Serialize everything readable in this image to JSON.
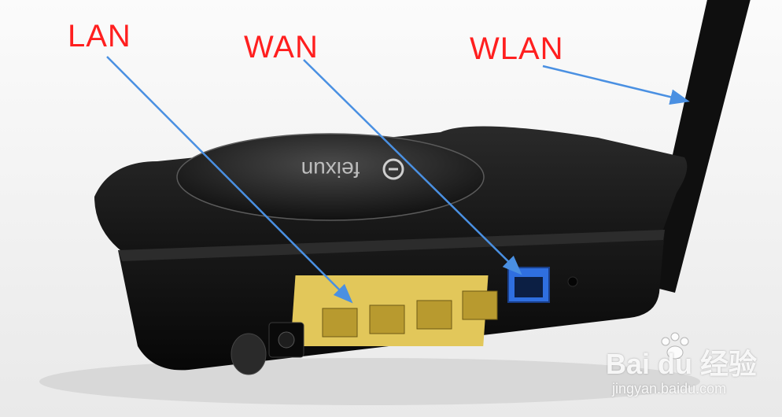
{
  "labels": {
    "lan": "LAN",
    "wan": "WAN",
    "wlan": "WLAN"
  },
  "device": {
    "logo_text": "feixun"
  },
  "watermark": {
    "brand": "Bai du 经验",
    "url": "jingyan.baidu.com"
  },
  "colors": {
    "label_text": "#ff1f1f",
    "arrow": "#4a90e2",
    "router_body": "#161616",
    "lan_ports": "#e8d06a",
    "wan_port": "#2f6fe0"
  }
}
